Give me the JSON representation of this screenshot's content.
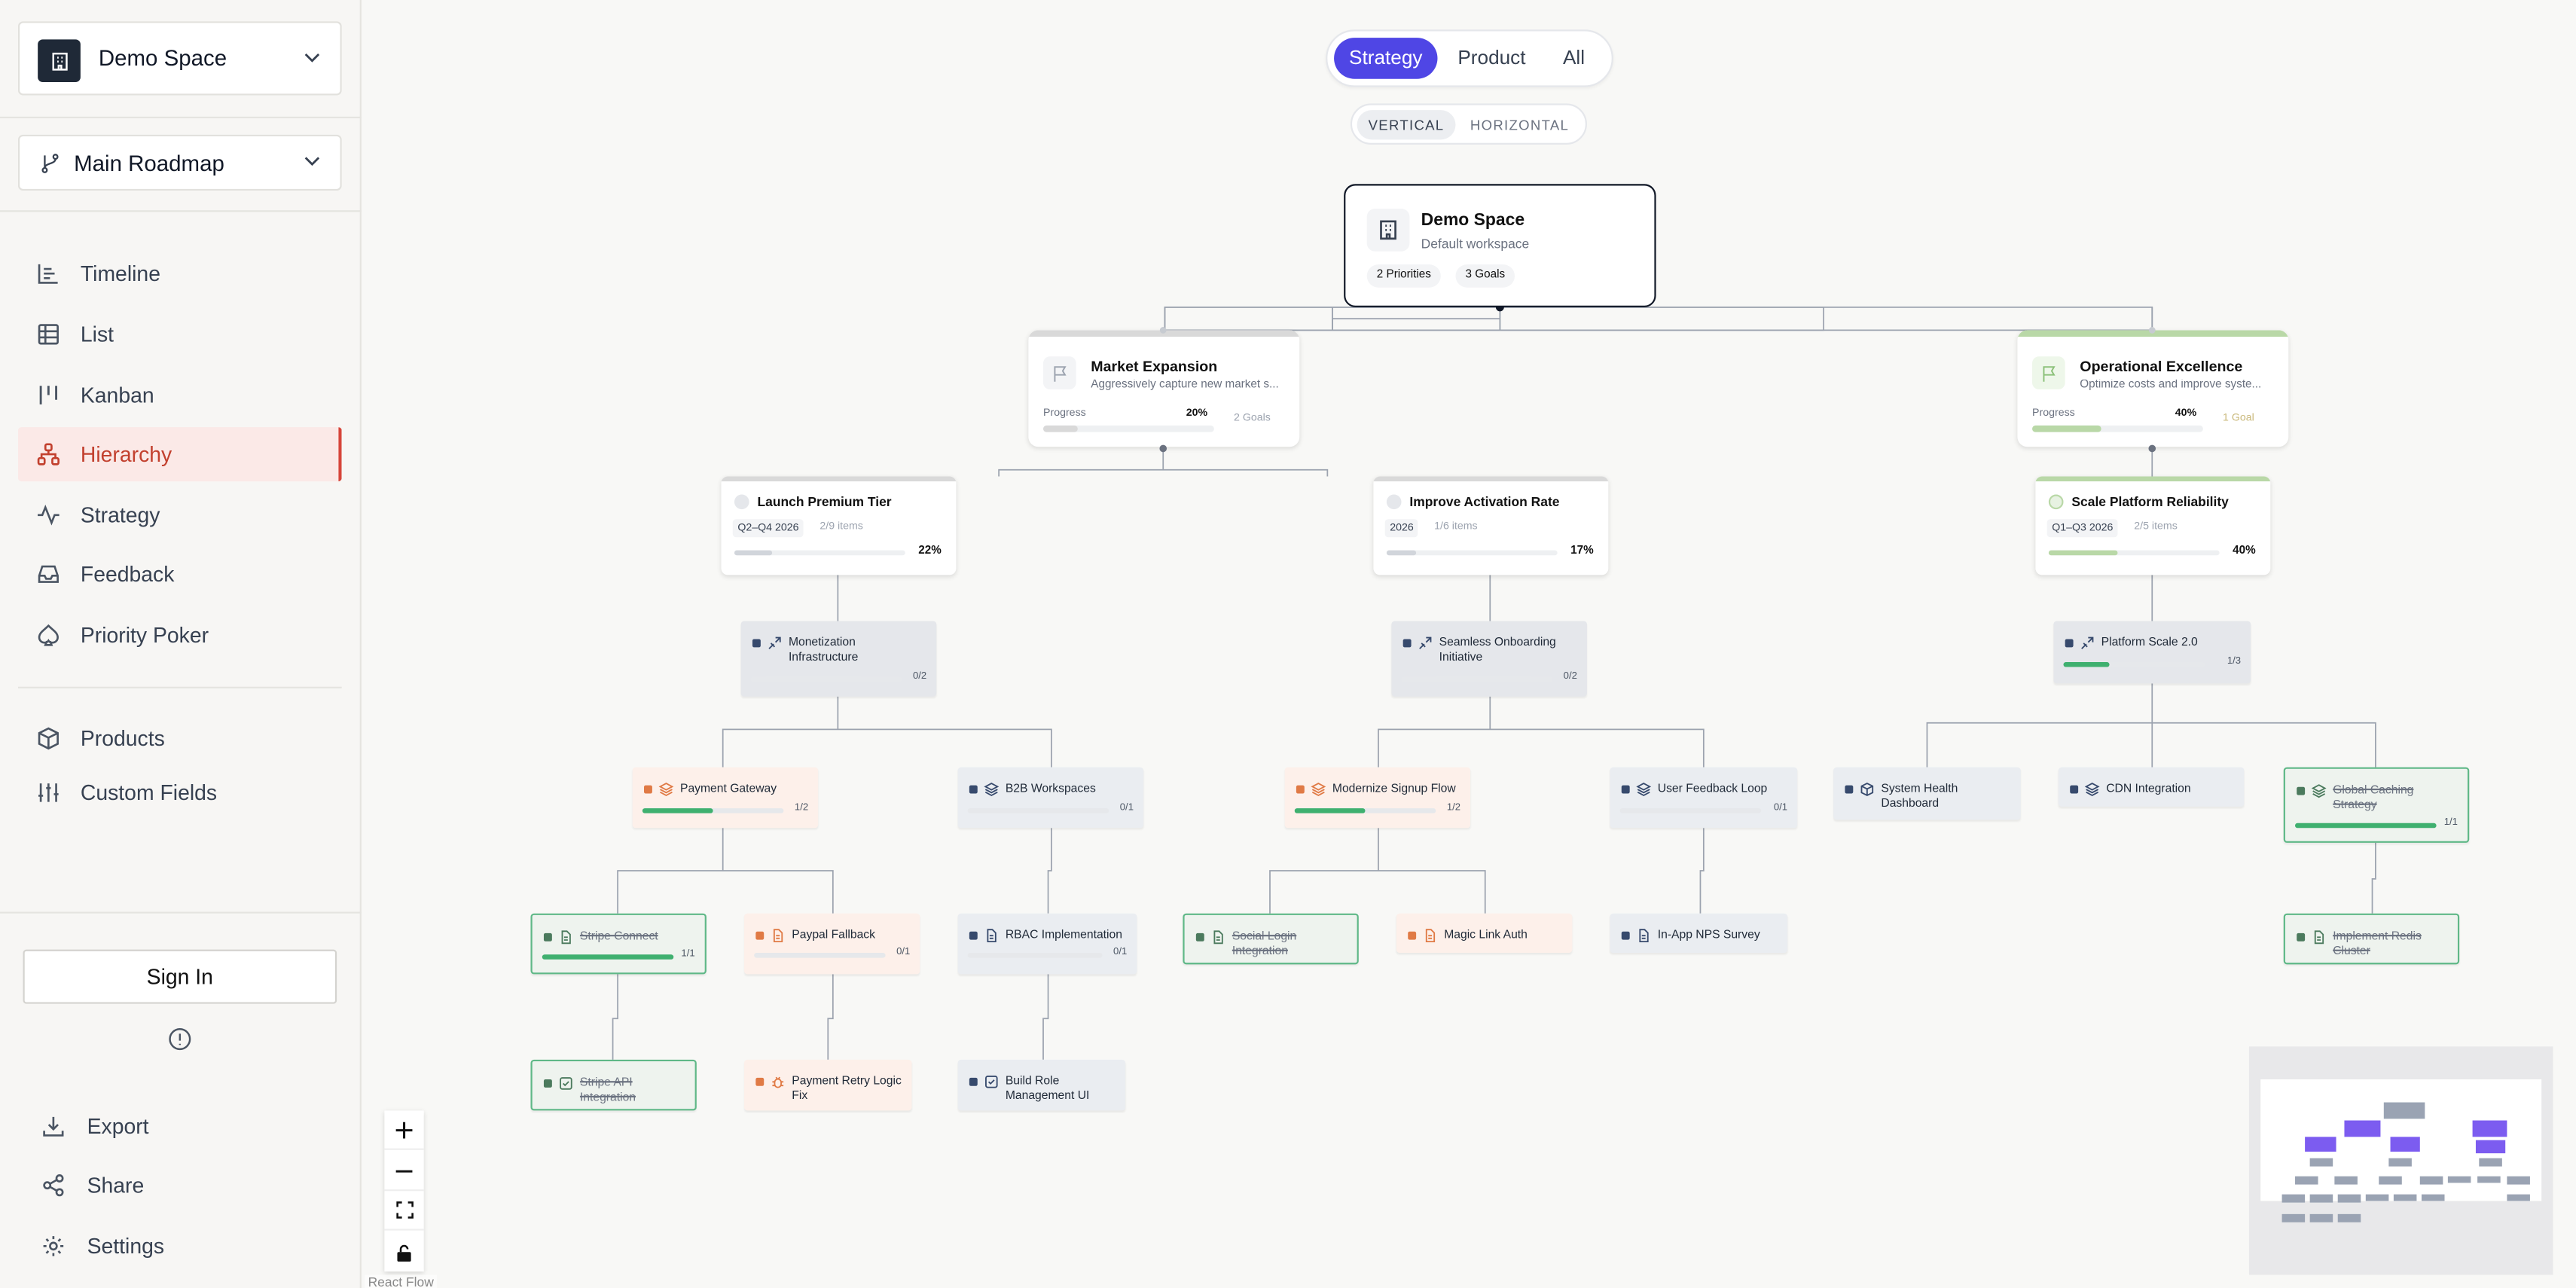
{
  "sidebar": {
    "workspace": "Demo Space",
    "roadmap": "Main Roadmap",
    "nav": [
      "Timeline",
      "List",
      "Kanban",
      "Hierarchy",
      "Strategy",
      "Feedback",
      "Priority Poker"
    ],
    "active": "Hierarchy",
    "nav2": [
      "Products",
      "Custom Fields"
    ],
    "sign_in": "Sign In",
    "footer": [
      "Export",
      "Share",
      "Settings"
    ]
  },
  "toolbar": {
    "view_tabs": [
      "Strategy",
      "Product",
      "All"
    ],
    "active_view": "Strategy",
    "orientation": [
      "VERTICAL",
      "HORIZONTAL"
    ],
    "active_orientation": "VERTICAL"
  },
  "root": {
    "name": "Demo Space",
    "subtitle": "Default workspace",
    "pills": [
      "2 Priorities",
      "3 Goals"
    ]
  },
  "priorities": [
    {
      "name": "Market Expansion",
      "subtitle": "Aggressively capture new market s...",
      "progress_label": "Progress",
      "progress": "20%",
      "goals": "2 Goals",
      "color": "#d9d9d9"
    },
    {
      "name": "Operational Excellence",
      "subtitle": "Optimize costs and improve syste...",
      "progress_label": "Progress",
      "progress": "40%",
      "goals": "1 Goal",
      "color": "#b9d8a7"
    }
  ],
  "goals": [
    {
      "name": "Launch Premium Tier",
      "quarter": "Q2–Q4 2026",
      "items": "2/9 items",
      "progress": "22%"
    },
    {
      "name": "Improve Activation Rate",
      "quarter": "2026",
      "items": "1/6 items",
      "progress": "17%"
    },
    {
      "name": "Scale Platform Reliability",
      "quarter": "Q1–Q3 2026",
      "items": "2/5 items",
      "progress": "40%"
    }
  ],
  "nodes": {
    "monetization": {
      "name": "Monetization Infrastructure",
      "count": "0/2"
    },
    "onboarding": {
      "name": "Seamless Onboarding Initiative",
      "count": "0/2"
    },
    "platform": {
      "name": "Platform Scale 2.0",
      "count": "1/3"
    },
    "payment_gateway": {
      "name": "Payment Gateway",
      "count": "1/2"
    },
    "b2b": {
      "name": "B2B Workspaces",
      "count": "0/1"
    },
    "signup": {
      "name": "Modernize Signup Flow",
      "count": "1/2"
    },
    "feedback_loop": {
      "name": "User Feedback Loop",
      "count": "0/1"
    },
    "system_health": {
      "name": "System Health Dashboard"
    },
    "cdn": {
      "name": "CDN Integration"
    },
    "caching": {
      "name": "Global Caching Strategy",
      "count": "1/1"
    },
    "stripe_connect": {
      "name": "Stripe Connect",
      "count": "1/1"
    },
    "paypal": {
      "name": "Paypal Fallback",
      "count": "0/1"
    },
    "rbac": {
      "name": "RBAC Implementation",
      "count": "0/1"
    },
    "social_login": {
      "name": "Social Login Integration"
    },
    "magic_link": {
      "name": "Magic Link Auth"
    },
    "nps": {
      "name": "In-App NPS Survey"
    },
    "redis": {
      "name": "Implement Redis Cluster"
    },
    "stripe_api": {
      "name": "Stripe API Integration"
    },
    "retry": {
      "name": "Payment Retry Logic Fix"
    },
    "role_ui": {
      "name": "Build Role Management UI"
    }
  },
  "watermark": "React Flow"
}
